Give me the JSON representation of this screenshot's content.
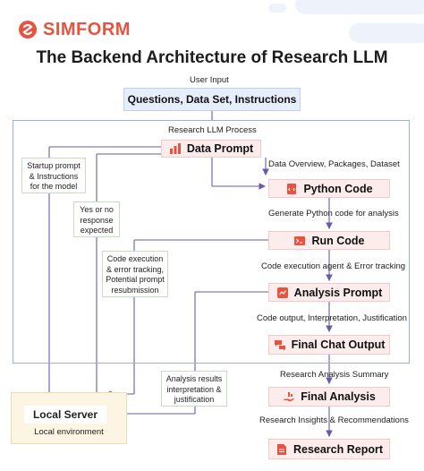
{
  "logo": {
    "text": "SIMFORM"
  },
  "title": "The Backend Architecture of Research LLM",
  "user_input_label": "User Input",
  "user_input_box": "Questions, Data Set, Instructions",
  "process_label": "Research LLM Process",
  "nodes": {
    "data_prompt": "Data Prompt",
    "python_code": "Python Code",
    "run_code": "Run Code",
    "analysis_prompt": "Analysis Prompt",
    "final_chat_output": "Final Chat Output",
    "final_analysis": "Final Analysis",
    "research_report": "Research Report"
  },
  "edge_labels": {
    "data_overview": "Data Overview, Packages, Dataset",
    "generate_python": "Generate Python code for analysis",
    "code_exec_agent": "Code execution agent & Error tracking",
    "code_output": "Code output, Interpretation, Justification",
    "research_summary": "Research Analysis Summary",
    "research_insights": "Research Insights & Recommendations"
  },
  "notes": {
    "startup": [
      "Startup prompt",
      "& Instructions",
      "for the model"
    ],
    "yes_no": [
      "Yes or no",
      "response",
      "expected"
    ],
    "code_execution": [
      "Code execution",
      "& error tracking,",
      "Potential prompt",
      "resubmission"
    ],
    "analysis_results": [
      "Analysis results",
      "interpretation &",
      "justification"
    ]
  },
  "local_server": {
    "title": "Local Server",
    "subtitle": "Local environment"
  },
  "colors": {
    "brand": "#e8533f",
    "arrow": "#6a5aa8",
    "pink_box": "#fdecec",
    "blue_box": "#e6eefb",
    "server_box": "#fdf5e4"
  },
  "icons": {
    "data_prompt": "bar-chart-icon",
    "python_code": "code-file-icon",
    "run_code": "terminal-icon",
    "analysis_prompt": "chart-check-icon",
    "final_chat_output": "chat-bubbles-icon",
    "final_analysis": "hand-analysis-icon",
    "research_report": "report-document-icon"
  }
}
